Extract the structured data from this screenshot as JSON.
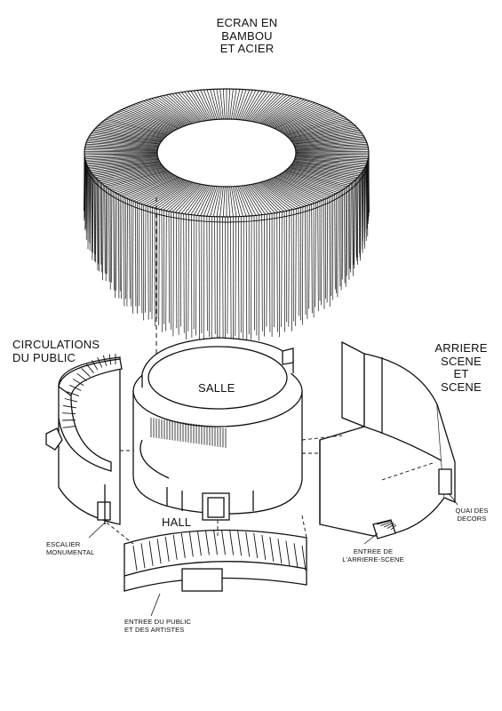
{
  "labels": {
    "ecran": [
      "ECRAN EN",
      "BAMBOU",
      "ET ACIER"
    ],
    "circulations": [
      "CIRCULATIONS",
      "DU PUBLIC"
    ],
    "arriere": [
      "ARRIERE",
      "SCENE",
      "ET",
      "SCENE"
    ],
    "salle": "SALLE",
    "hall": "HALL",
    "escalier": [
      "ESCALIER",
      "MONUMENTAL"
    ],
    "entree_arriere": [
      "ENTREE DE",
      "L'ARRIERE-SCENE"
    ],
    "quai": [
      "QUAI DES",
      "DECORS"
    ],
    "entree_public": [
      "ENTREE DU PUBLIC",
      "ET DES ARTISTES"
    ]
  },
  "colors": {
    "ink": "#111111",
    "paper": "#ffffff",
    "hatch": "#333333"
  }
}
